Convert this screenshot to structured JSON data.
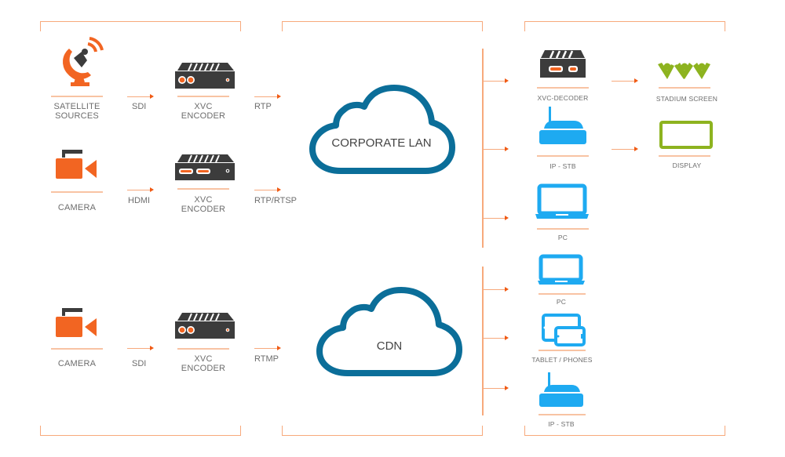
{
  "colors": {
    "bracket": "#f7a97c",
    "arrow_head": "#f05a14",
    "orange_icon": "#f26522",
    "dark_device": "#3c3c3c",
    "cloud_stroke": "#0b6e99",
    "blue_device": "#1eaaf1",
    "green_display": "#8db31f",
    "label_text": "#6d6d6d"
  },
  "sources": {
    "satellite": {
      "label_line1": "SATELLITE",
      "label_line2": "SOURCES",
      "icon": "satellite-dish-icon"
    },
    "camera1": {
      "label": "CAMERA",
      "icon": "video-camera-icon"
    },
    "camera2": {
      "label": "CAMERA",
      "icon": "video-camera-icon"
    }
  },
  "inputs": {
    "row1": "SDI",
    "row2": "HDMI",
    "row3": "SDI"
  },
  "encoders": {
    "row1": {
      "line1": "XVC",
      "line2": "ENCODER",
      "icon": "encoder-sdi-icon"
    },
    "row2": {
      "line1": "XVC",
      "line2": "ENCODER",
      "icon": "encoder-hdmi-icon"
    },
    "row3": {
      "line1": "XVC",
      "line2": "ENCODER",
      "icon": "encoder-sdi-icon"
    }
  },
  "outputs": {
    "row1": "RTP",
    "row2": "RTP/RTSP",
    "row3": "RTMP"
  },
  "networks": {
    "lan": "CORPORATE LAN",
    "cdn": "CDN"
  },
  "endpoints": {
    "decoder": "XVC-DECODER",
    "stadium": "STADIUM SCREEN",
    "stb1": "IP - STB",
    "display": "DISPLAY",
    "pc1": "PC",
    "pc2": "PC",
    "tablet": "TABLET / PHONES",
    "stb2": "IP - STB"
  }
}
